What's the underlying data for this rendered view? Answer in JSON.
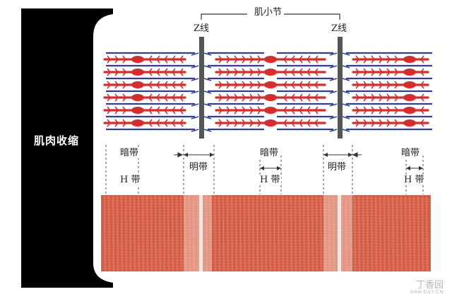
{
  "side_label": "肌肉收缩",
  "sarcomere_label": "肌小节",
  "z_line_labels": [
    "Z线",
    "Z线"
  ],
  "dark_band_label": "暗带",
  "light_band_label": "明带",
  "h_band_label": "H 带",
  "watermark": {
    "site": "丁香园",
    "url": "www.DXY.CN"
  },
  "colors": {
    "thick_filament": "#d92b2b",
    "thin_filament": "#2c3f9e",
    "z_line": "#555555",
    "muscle_tissue": "#d9614a",
    "panel": "#000000"
  }
}
